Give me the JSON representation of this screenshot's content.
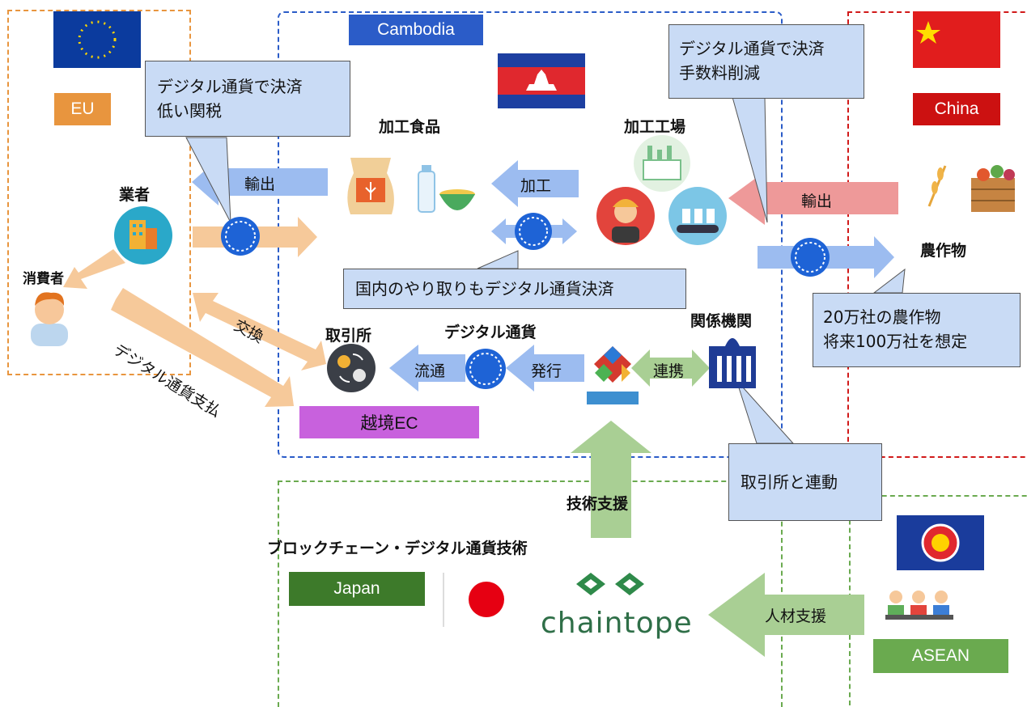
{
  "regions": {
    "eu": "EU",
    "cambodia": "Cambodia",
    "china": "China",
    "japan": "Japan",
    "asean": "ASEAN"
  },
  "labels": {
    "processed_food": "加工食品",
    "factory": "加工工場",
    "merchant": "業者",
    "consumer": "消費者",
    "crops": "農作物",
    "exchange": "取引所",
    "digital_currency": "デジタル通貨",
    "agency": "関係機関",
    "cross_border_ec": "越境EC",
    "blockchain_tech": "ブロックチェーン・デジタル通貨技術",
    "tech_support": "技術支援",
    "chaintope": "chaintope"
  },
  "callouts": {
    "eu_payment": "デジタル通貨で決済\n低い関税",
    "china_payment": "デジタル通貨で決済\n手数料削減",
    "domestic": "国内のやり取りもデジタル通貨決済",
    "crops_scale": "20万社の農作物\n将来100万社を想定",
    "linkage": "取引所と連動"
  },
  "arrows": {
    "export_eu": "輸出",
    "processing": "加工",
    "export_china": "輸出",
    "swap": "交換",
    "digital_payment": "デジタル通貨支払",
    "circulation": "流通",
    "issuance": "発行",
    "cooperation": "連携",
    "hr_support": "人材支援"
  },
  "colors": {
    "eu": "#e8953e",
    "cambodia": "#2b5cc8",
    "china": "#d11a1a",
    "japan": "#3d7a2a",
    "asean": "#6aaa4f",
    "callout_fill": "#c9dbf5",
    "blue_arrow": "#9cbcf0",
    "orange_arrow": "#f6c99a",
    "red_arrow": "#ee9999",
    "green_arrow": "#a9cf94",
    "ec": "#c861dd"
  }
}
